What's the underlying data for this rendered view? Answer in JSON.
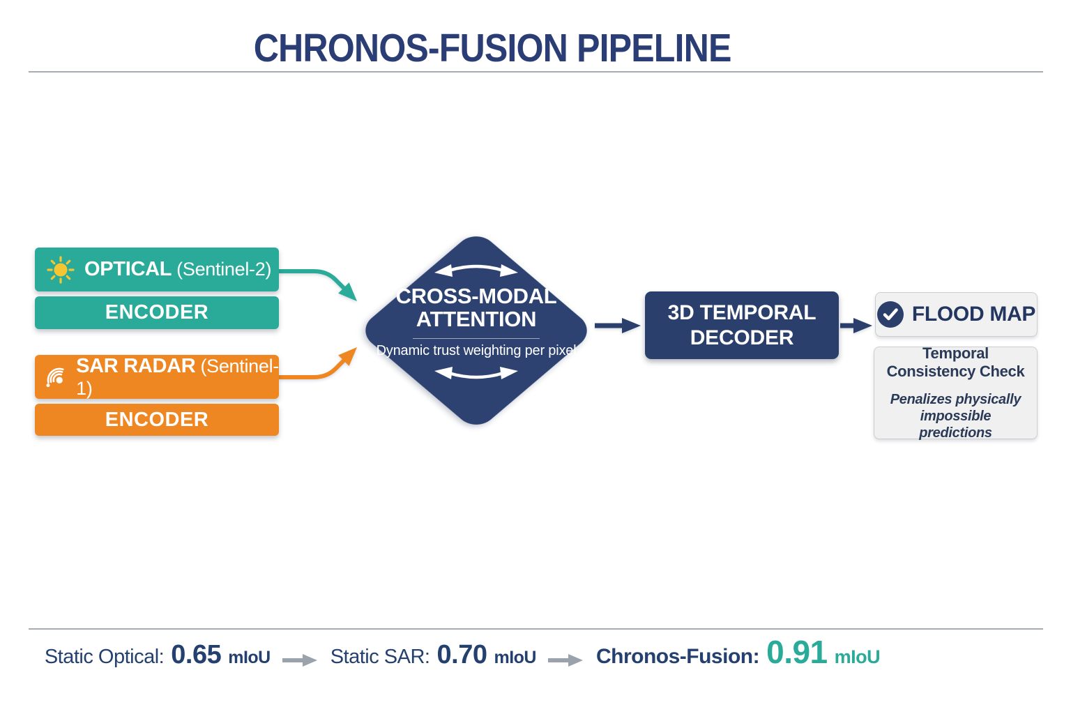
{
  "title": "CHRONOS-FUSION PIPELINE",
  "inputs": {
    "optical": {
      "label": "OPTICAL",
      "platform": "(Sentinel-2)",
      "encoder_label": "ENCODER",
      "icon": "sun-icon",
      "color": "#2aab99"
    },
    "sar": {
      "label": "SAR RADAR",
      "platform": "(Sentinel-1)",
      "encoder_label": "ENCODER",
      "icon": "radar-icon",
      "color": "#ee8722"
    }
  },
  "fusion": {
    "title_line1": "CROSS-MODAL",
    "title_line2": "ATTENTION",
    "subtitle": "Dynamic trust weighting per pixel",
    "color": "#2d4271"
  },
  "decoder": {
    "title_line1": "3D TEMPORAL",
    "title_line2": "DECODER",
    "color": "#2b3f6d"
  },
  "outputs": {
    "flood_map": {
      "label": "FLOOD MAP",
      "icon": "check-icon"
    },
    "consistency_check": {
      "title": "Temporal Consistency Check",
      "description": "Penalizes physically impossible predictions"
    }
  },
  "metrics": {
    "items": [
      {
        "label": "Static Optical:",
        "value": "0.65",
        "unit": "mIoU",
        "color": "#24406f"
      },
      {
        "label": "Static SAR:",
        "value": "0.70",
        "unit": "mIoU",
        "color": "#24406f"
      },
      {
        "label": "Chronos-Fusion:",
        "value": "0.91",
        "unit": "mIoU",
        "color": "#2aab99"
      }
    ]
  },
  "colors": {
    "accent_teal": "#2aab99",
    "accent_orange": "#ee8722",
    "navy": "#2b3f6d",
    "title_navy": "#2a3e75",
    "gray_arrow": "#9aa2ac"
  }
}
